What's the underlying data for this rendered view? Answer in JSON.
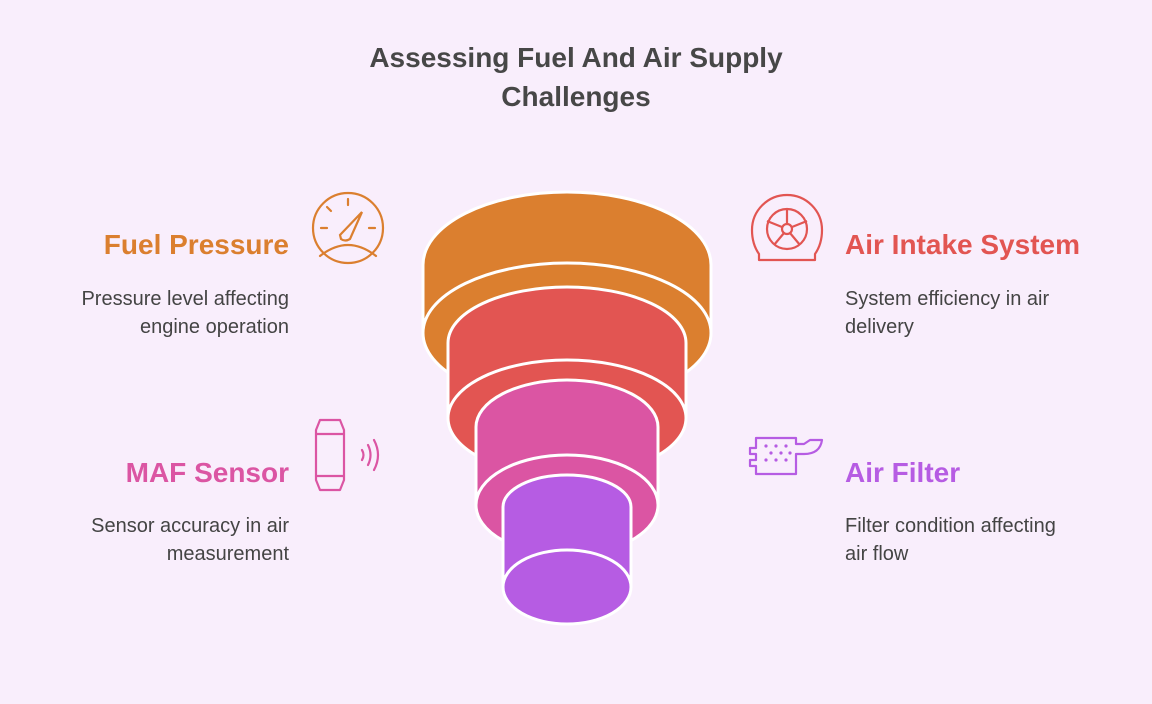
{
  "title": {
    "line1": "Assessing Fuel And Air Supply",
    "line2": "Challenges"
  },
  "items": [
    {
      "title": "Fuel Pressure",
      "description_line1": "Pressure level affecting",
      "description_line2": "engine operation",
      "icon": "speedometer-icon",
      "color": "#db7f2f"
    },
    {
      "title": "Air Intake System",
      "description_line1": "System efficiency in air",
      "description_line2": "delivery",
      "icon": "turbine-icon",
      "color": "#e25552"
    },
    {
      "title": "MAF Sensor",
      "description_line1": "Sensor accuracy in air",
      "description_line2": "measurement",
      "icon": "sensor-icon",
      "color": "#db55a3"
    },
    {
      "title": "Air Filter",
      "description_line1": "Filter condition affecting",
      "description_line2": "air flow",
      "icon": "filter-icon",
      "color": "#b65ce3"
    }
  ]
}
